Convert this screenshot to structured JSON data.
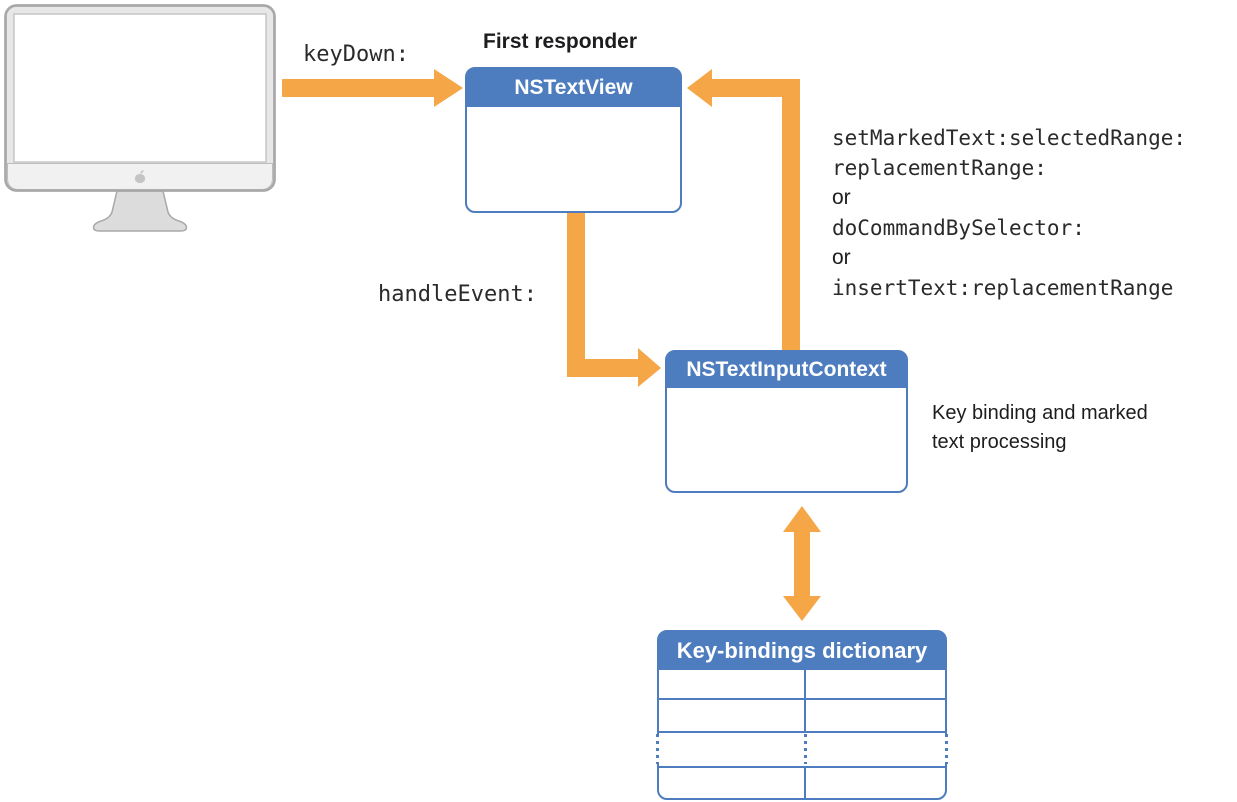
{
  "colors": {
    "blue": "#4d7dbe",
    "orange": "#f5a646",
    "ink": "#1d1d1f"
  },
  "labels": {
    "key_down": "keyDown:",
    "first_responder": "First responder",
    "handle_event": "handleEvent:",
    "callbacks": [
      "setMarkedText:selectedRange:",
      "replacementRange:",
      "or",
      "doCommandBySelector:",
      "or",
      "insertText:replacementRange"
    ],
    "context_caption_line1": "Key binding and marked",
    "context_caption_line2": "text processing"
  },
  "nodes": {
    "text_view": "NSTextView",
    "input_context": "NSTextInputContext",
    "key_bindings": "Key-bindings dictionary"
  }
}
